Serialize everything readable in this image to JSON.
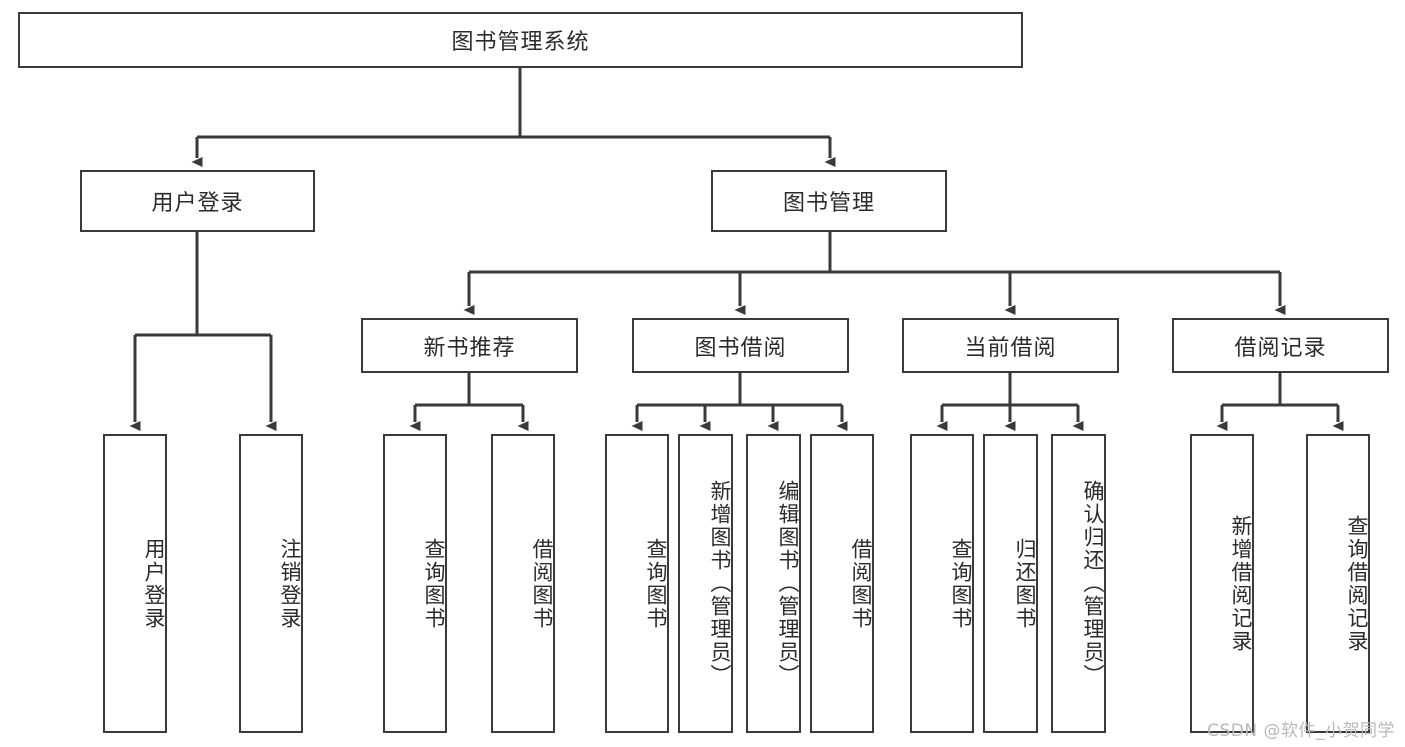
{
  "diagram": {
    "title": "图书管理系统",
    "type": "hierarchy-tree",
    "orientation": "top-down",
    "colors": {
      "box_border": "#3a3a3a",
      "box_fill": "#ffffff",
      "edge": "#3a3a3a",
      "text": "#2b2b2b",
      "watermark": "#b9b9b9"
    },
    "levels": {
      "root": {
        "label": "图书管理系统"
      },
      "level2": [
        {
          "id": "user-login",
          "label": "用户登录"
        },
        {
          "id": "book-management",
          "label": "图书管理"
        }
      ],
      "level3": [
        {
          "id": "new-book-recommend",
          "label": "新书推荐",
          "parent": "book-management"
        },
        {
          "id": "book-borrow",
          "label": "图书借阅",
          "parent": "book-management"
        },
        {
          "id": "current-borrow",
          "label": "当前借阅",
          "parent": "book-management"
        },
        {
          "id": "borrow-record",
          "label": "借阅记录",
          "parent": "book-management"
        }
      ],
      "leaves": [
        {
          "id": "leaf-user-login",
          "label": "用户登录",
          "parent": "user-login"
        },
        {
          "id": "leaf-user-logout",
          "label": "注销登录",
          "parent": "user-login"
        },
        {
          "id": "leaf-query-book-1",
          "label": "查询图书",
          "parent": "new-book-recommend"
        },
        {
          "id": "leaf-borrow-book-1",
          "label": "借阅图书",
          "parent": "new-book-recommend"
        },
        {
          "id": "leaf-query-book-2",
          "label": "查询图书",
          "parent": "book-borrow"
        },
        {
          "id": "leaf-add-book",
          "label": "新增图书（管理员）",
          "parent": "book-borrow"
        },
        {
          "id": "leaf-edit-book",
          "label": "编辑图书（管理员）",
          "parent": "book-borrow"
        },
        {
          "id": "leaf-borrow-book-2",
          "label": "借阅图书",
          "parent": "book-borrow"
        },
        {
          "id": "leaf-query-book-3",
          "label": "查询图书",
          "parent": "current-borrow"
        },
        {
          "id": "leaf-return-book",
          "label": "归还图书",
          "parent": "current-borrow"
        },
        {
          "id": "leaf-confirm-return",
          "label": "确认归还（管理员）",
          "parent": "current-borrow"
        },
        {
          "id": "leaf-add-record",
          "label": "新增借阅记录",
          "parent": "borrow-record"
        },
        {
          "id": "leaf-query-record",
          "label": "查询借阅记录",
          "parent": "borrow-record"
        }
      ]
    },
    "watermark": "CSDN @软件_小贺同学"
  }
}
